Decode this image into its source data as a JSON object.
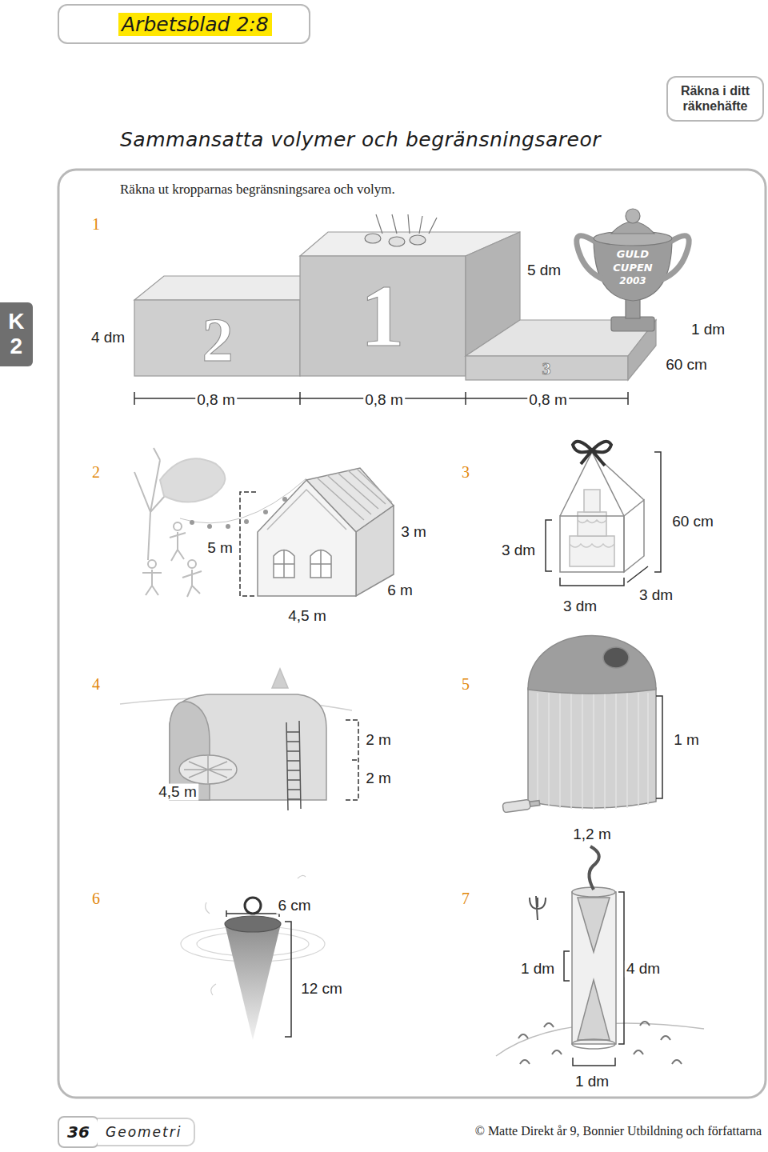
{
  "diagram": {
    "title": "Sammansatta volymer och begränsningsareor",
    "caption": "© Matte Direkt år 9, Bonnier Utbildning och författarna",
    "nodes": [
      {
        "text": [
          "Arbetsblad 2:8"
        ]
      },
      {
        "text": [
          "Räkna i ditt räknehäfte"
        ]
      },
      {
        "text": [
          "K 2"
        ]
      },
      {
        "text": [
          "36"
        ]
      },
      {
        "text": [
          "Geometri"
        ]
      }
    ],
    "labels": [
      "Räkna ut kropparnas begränsningsarea och volym.",
      "1",
      "5 dm",
      "4 dm",
      "1 dm",
      "60 cm",
      "0,8 m",
      "0,8 m",
      "0,8 m",
      "2",
      "1",
      "3",
      "GULD",
      "CUPEN",
      "2003",
      "2",
      "3",
      "5 m",
      "3 m",
      "6 m",
      "4,5 m",
      "3 dm",
      "60 cm",
      "3 dm",
      "3 dm",
      "4",
      "5",
      "2 m",
      "2 m",
      "4,5 m",
      "1 m",
      "1,2 m",
      "6",
      "6 cm",
      "12 cm",
      "7",
      "1 dm",
      "4 dm",
      "1 dm"
    ]
  }
}
